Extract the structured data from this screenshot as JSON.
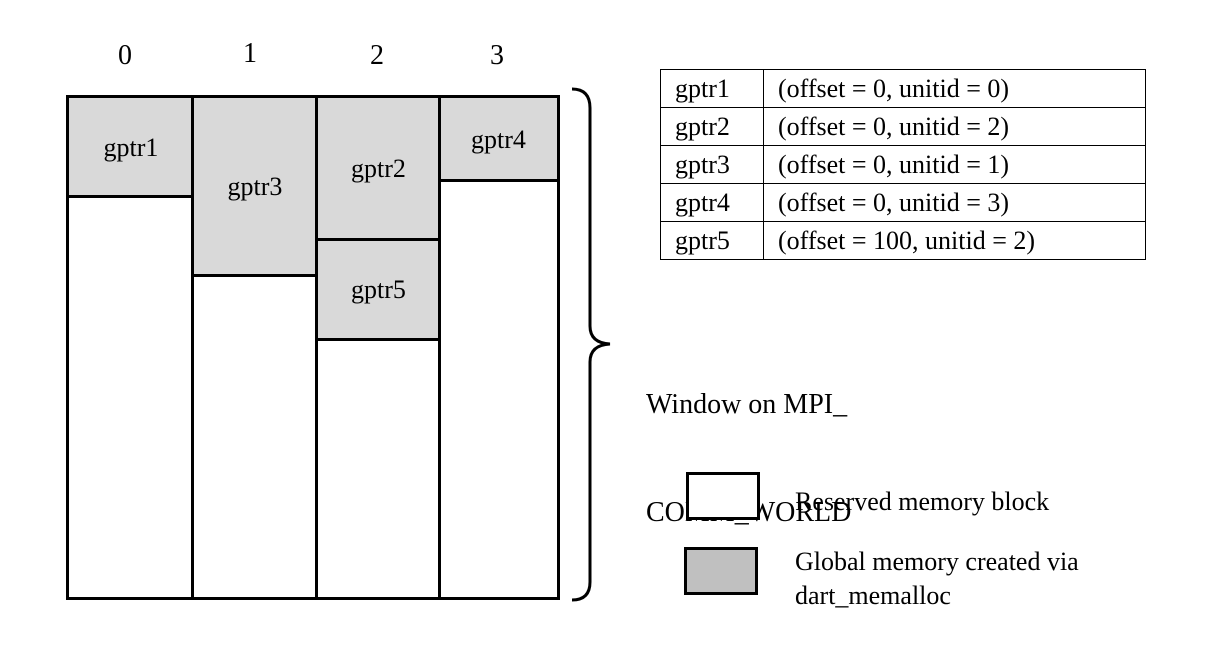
{
  "columns": [
    "0",
    "1",
    "2",
    "3"
  ],
  "blocks": {
    "gptr1": "gptr1",
    "gptr2": "gptr2",
    "gptr3": "gptr3",
    "gptr4": "gptr4",
    "gptr5": "gptr5"
  },
  "table": [
    {
      "name": "gptr1",
      "value": "(offset = 0, unitid = 0)"
    },
    {
      "name": "gptr2",
      "value": "(offset = 0, unitid = 2)"
    },
    {
      "name": "gptr3",
      "value": "(offset = 0, unitid = 1)"
    },
    {
      "name": "gptr4",
      "value": "(offset = 0, unitid = 3)"
    },
    {
      "name": "gptr5",
      "value": "(offset = 100, unitid = 2)"
    }
  ],
  "window_label_line1": "Window on MPI_",
  "window_label_line2": "COMM_WORLD",
  "legend": {
    "reserved": "Reserved memory block",
    "global_line1": "Global memory created via",
    "global_line2": "dart_memalloc"
  },
  "colors": {
    "shaded": "#d9d9d9",
    "reserved": "#ffffff",
    "line": "#000000"
  }
}
